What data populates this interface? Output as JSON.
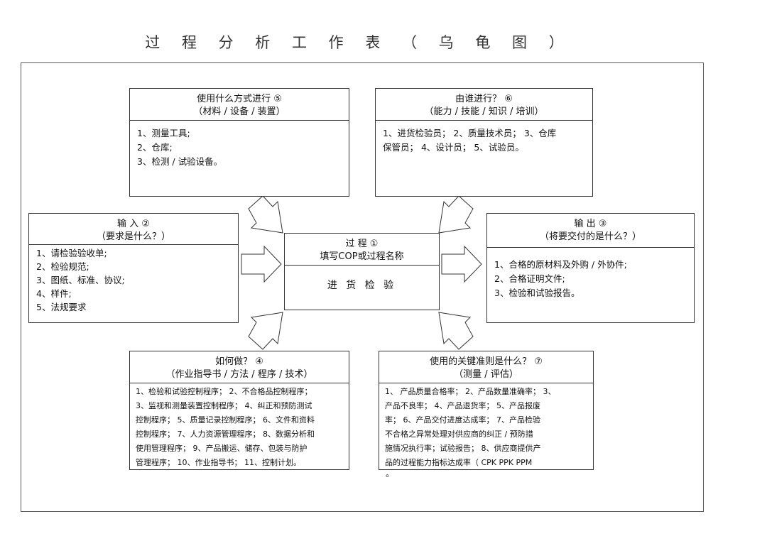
{
  "title": "过 程 分 析 工 作 表 （ 乌 龟 图 ）",
  "boxes": {
    "how_resources": {
      "head1": "使用什么方式进行    ⑤",
      "head2": "（材料 / 设备 / 装置）",
      "lines": [
        "1、测量工具;",
        "2、仓库;",
        "3、检测 / 试验设备。"
      ]
    },
    "who": {
      "head1": "由谁进行？     ⑥",
      "head2": "（能力 / 技能 / 知识 / 培训）",
      "lines": [
        "1、进货检验员；  2、质量技术员；  3、仓库",
        "保管员；  4、设计员；  5、试验员。"
      ]
    },
    "input": {
      "head1": "输   入   ②",
      "head2": "（要求是什么？）",
      "lines": [
        "1、请检验验收单;",
        "2、检验规范;",
        "3、图纸、标准、协议;",
        "4、样件;",
        "5、法规要求"
      ]
    },
    "process": {
      "head1": "过   程   ①",
      "head2": "填写COP或过程名称",
      "body": "进 货 检 验"
    },
    "output": {
      "head1": "输   出   ③",
      "head2": "（将要交付的是什么？）",
      "lines": [
        "1、合格的原材料及外购   / 外协件;",
        "2、合格证明文件;",
        "3、检验和试验报告。"
      ]
    },
    "how_method": {
      "head1": "如何做？    ④",
      "head2": "（作业指导书 / 方法 / 程序 / 技术）",
      "lines": [
        "1、检验和试验控制程序；   2、不合格品控制程序；",
        "3、监视和测量装置控制程序；    4、纠正和预防测试",
        "控制程序；  5、质量记录控制程序；   6、文件和资料",
        "控制程序；  7、人力资源管理程序；   8、数据分析和",
        "使用管理程序；   9、产品搬运、储存、包装与防护",
        "管理程序；   10、作业指导书；    11、控制计划。"
      ]
    },
    "criteria": {
      "head1": "使用的关键准则是什么？      ⑦",
      "head2": "（测量 / 评估）",
      "lines": [
        "1、  产品质量合格率；   2、产品数量准确率；   3、",
        "      产品不良率；   4、产品退货率；   5、产品报废",
        "      率；  6、产品交付进度达成率；    7、产品检验",
        "      不合格之异常处理对供应商的纠正      / 预防措",
        "      施情况执行率；试验报告；    8、供应商提供产",
        "      品的过程能力指标达成率（    CPK  PPK  PPM"
      ],
      "tail": "。"
    }
  }
}
